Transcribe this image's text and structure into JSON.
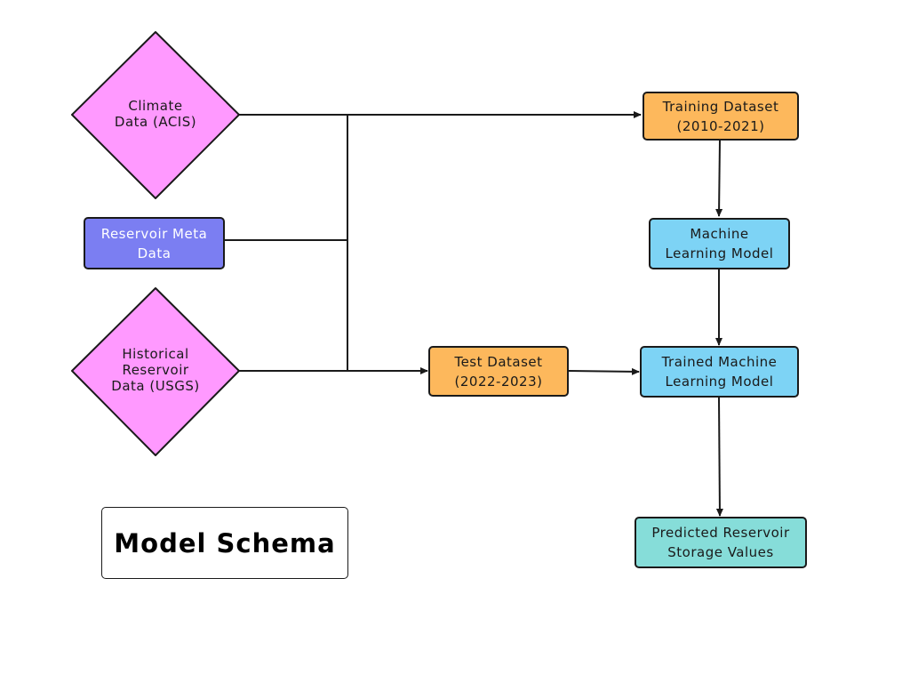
{
  "nodes": {
    "climate": {
      "line1": "Climate",
      "line2": "Data (ACIS)",
      "fill": "#ff99ff"
    },
    "reservoir_meta": {
      "line1": "Reservoir Meta",
      "line2": "Data",
      "fill": "#7b7ef2"
    },
    "historical": {
      "line1": "Historical",
      "line2": "Reservoir",
      "line3": "Data (USGS)",
      "fill": "#ff99ff"
    },
    "training": {
      "line1": "Training Dataset",
      "line2": "(2010-2021)",
      "fill": "#fdb85c"
    },
    "ml_model": {
      "line1": "Machine",
      "line2": "Learning Model",
      "fill": "#7dd3f5"
    },
    "test": {
      "line1": "Test Dataset",
      "line2": "(2022-2023)",
      "fill": "#fdb85c"
    },
    "trained_model": {
      "line1": "Trained Machine",
      "line2": "Learning Model",
      "fill": "#7dd3f5"
    },
    "predicted": {
      "line1": "Predicted Reservoir",
      "line2": "Storage Values",
      "fill": "#86ddd9"
    }
  },
  "title": "Model Schema",
  "edges": [
    {
      "from": "climate",
      "to": "training"
    },
    {
      "from": "reservoir_meta",
      "to": "training"
    },
    {
      "from": "historical",
      "to": "test"
    },
    {
      "from": "training",
      "to": "ml_model"
    },
    {
      "from": "ml_model",
      "to": "trained_model"
    },
    {
      "from": "test",
      "to": "trained_model"
    },
    {
      "from": "trained_model",
      "to": "predicted"
    }
  ]
}
